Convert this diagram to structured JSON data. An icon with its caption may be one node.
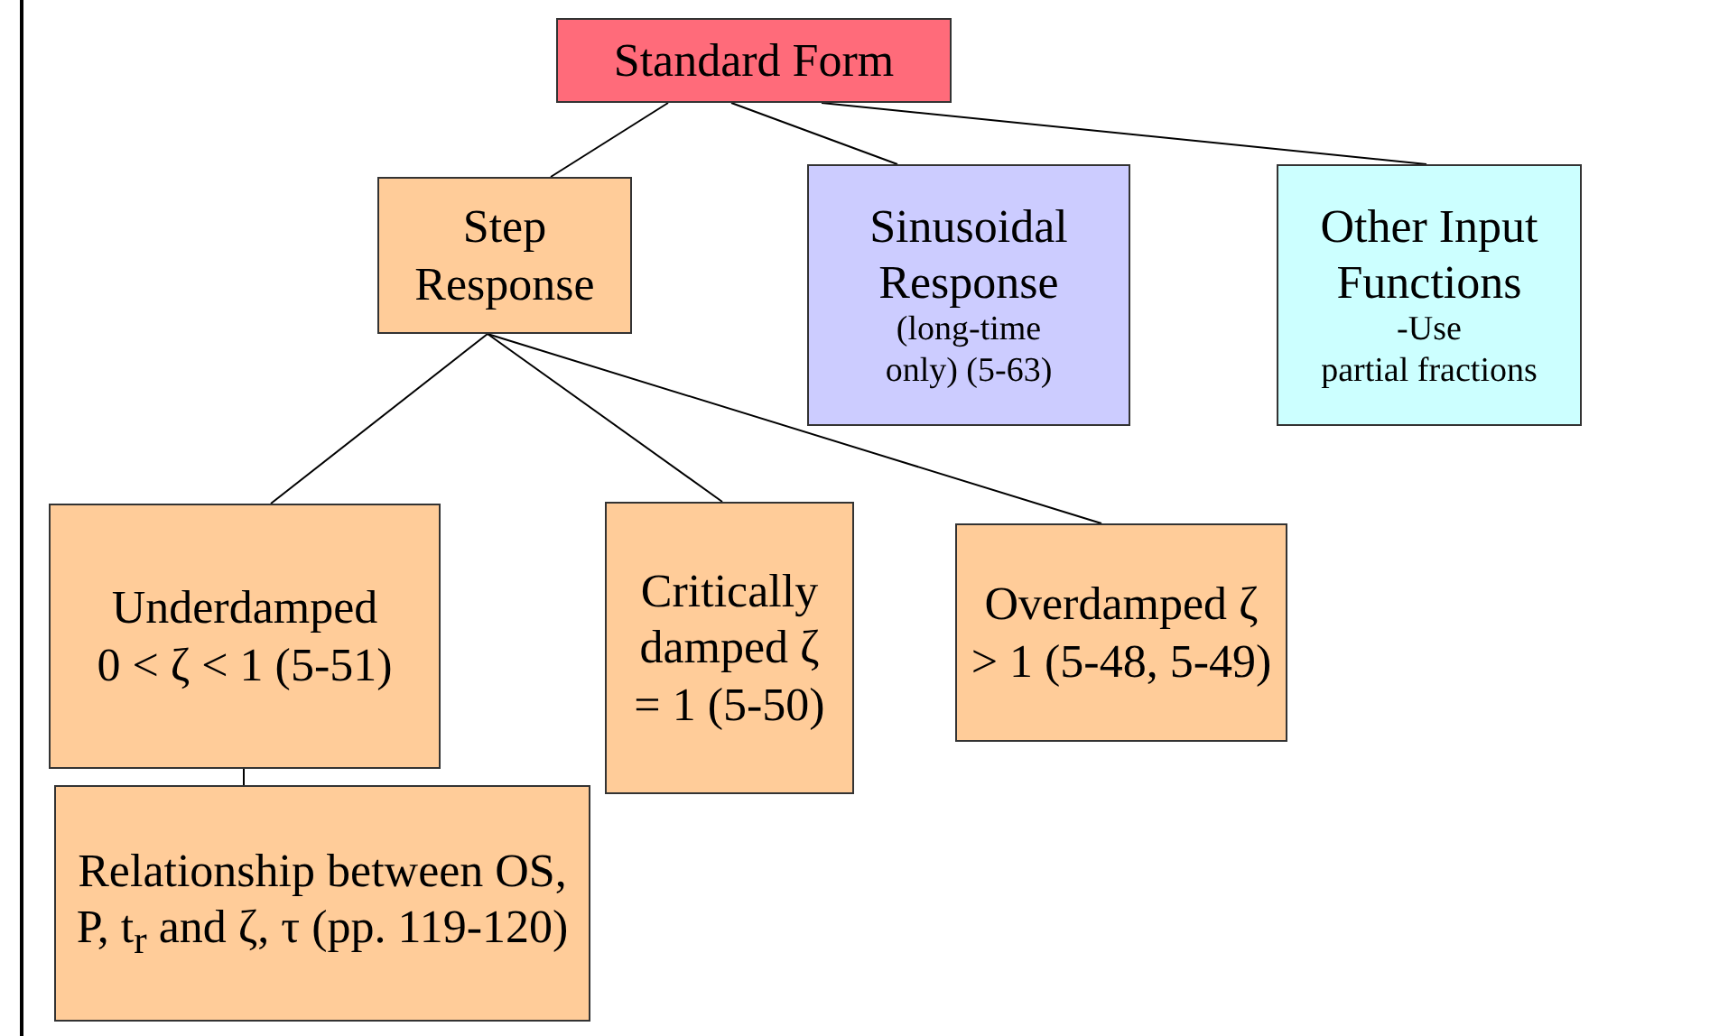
{
  "diagram": {
    "nodes": [
      {
        "text": [
          "Standard Form"
        ]
      },
      {
        "text": [
          "Step Response"
        ]
      },
      {
        "text": [
          "Sinusoidal Response",
          "(long-time only) (5-63)"
        ]
      },
      {
        "text": [
          "Other Input Functions",
          "-Use partial fractions"
        ]
      },
      {
        "text": [
          "Underdamped 0 < ζ < 1 (5-51)"
        ]
      },
      {
        "text": [
          "Critically damped ζ = 1 (5-50)"
        ]
      },
      {
        "text": [
          "Overdamped ζ > 1 (5-48, 5-49)"
        ]
      },
      {
        "text": [
          "Relationship between OS, P, t$_{r}$ and ζ, τ (pp. 119-120)"
        ]
      }
    ],
    "edges": [
      {
        "from": 0,
        "to": 1,
        "arrow": "none"
      },
      {
        "from": 0,
        "to": 2,
        "arrow": "none"
      },
      {
        "from": 0,
        "to": 3,
        "arrow": "none"
      },
      {
        "from": 1,
        "to": 4,
        "arrow": "none"
      },
      {
        "from": 1,
        "to": 5,
        "arrow": "none"
      },
      {
        "from": 1,
        "to": 6,
        "arrow": "none"
      },
      {
        "from": 4,
        "to": 7,
        "arrow": "none"
      }
    ]
  }
}
